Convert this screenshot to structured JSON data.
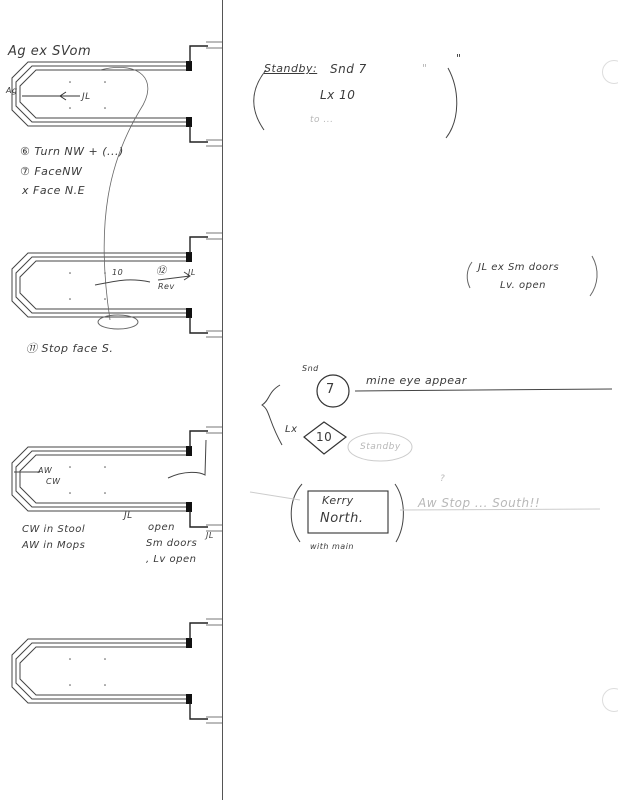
{
  "diagram1": {
    "heading": "Ag ex SVom",
    "ag_label": "Ag",
    "arrow_label": "JL",
    "notes": [
      "⑥ Turn NW + (...)",
      "⑦ FaceNW",
      "x Face N.E"
    ]
  },
  "standby_note": {
    "title": "Standby:",
    "snd": "Snd 7",
    "lx": "Lx 10",
    "faint": "to ...",
    "ditto1": "\"",
    "ditto2": "\""
  },
  "diagram2": {
    "arrow_number": "10",
    "cue_number": "⑫",
    "rev_label": "Rev",
    "jl_label": "JL",
    "note": "⑪ Stop face S."
  },
  "jl_note": {
    "line1": "JL ex Sm doors",
    "line2": "Lv. open"
  },
  "cues": {
    "snd_label": "Snd",
    "snd_number": "7",
    "snd_text": "mine eye appear",
    "lx_label": "Lx",
    "lx_number": "10",
    "lx_faint": "Standby",
    "question": "?",
    "box_line1": "Kerry",
    "box_line2": "North.",
    "box_caption": "with main",
    "faint_text": "Aw Stop ... South!!"
  },
  "diagram3": {
    "aw_label": "AW",
    "cw_label": "CW",
    "notes": [
      "CW in Stool",
      "AW in Mops"
    ],
    "jl_label": "JL",
    "jl_label_2": "JL",
    "right_notes": [
      "open",
      "Sm doors",
      ", Lv open"
    ]
  }
}
